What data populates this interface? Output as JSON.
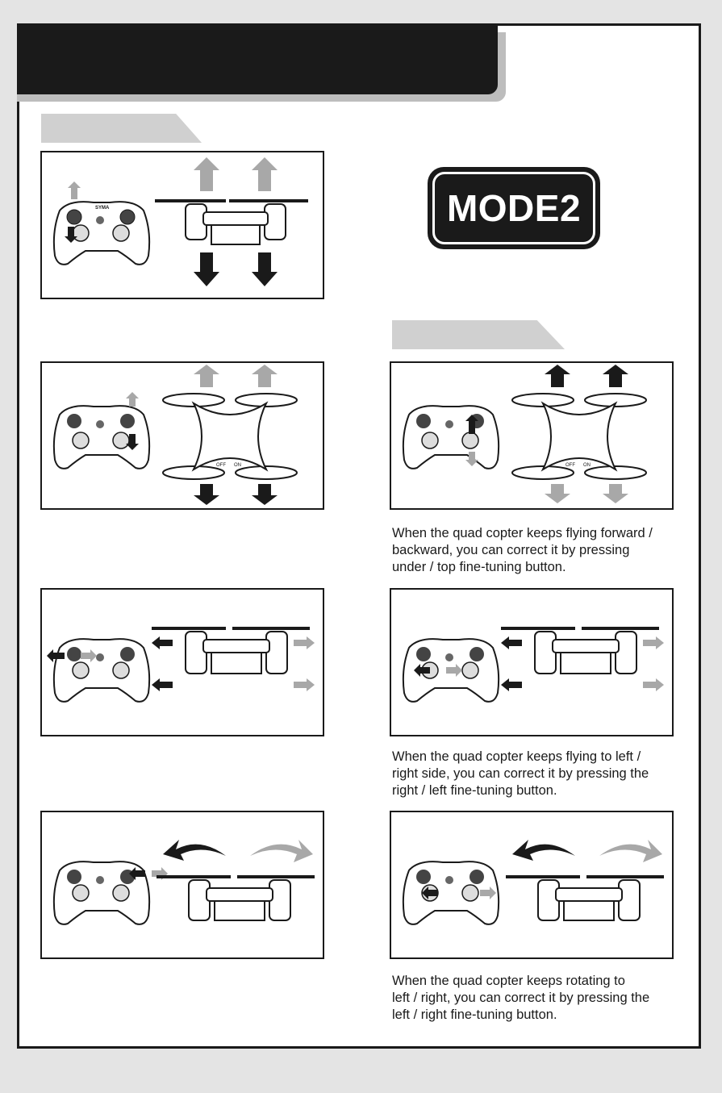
{
  "mode_badge": {
    "label": "MODE2"
  },
  "colors": {
    "dark": "#1a1a1a",
    "light_arrow": "#a8a8a8",
    "tab": "#d0d0d0"
  },
  "controller": {
    "brand": "SYMA"
  },
  "drone": {
    "switch_off": "OFF",
    "switch_on": "ON"
  },
  "captions": {
    "forward_backward": [
      "When the quad copter keeps flying forward /",
      "backward, you can correct it by pressing",
      "under / top fine-tuning button."
    ],
    "left_right": [
      "When the quad copter keeps flying to left /",
      "right side, you can correct it by pressing the",
      "right / left fine-tuning button."
    ],
    "rotation": [
      "When the quad copter keeps rotating to",
      "left / right, you can correct it by pressing the",
      "left / right fine-tuning button."
    ]
  }
}
